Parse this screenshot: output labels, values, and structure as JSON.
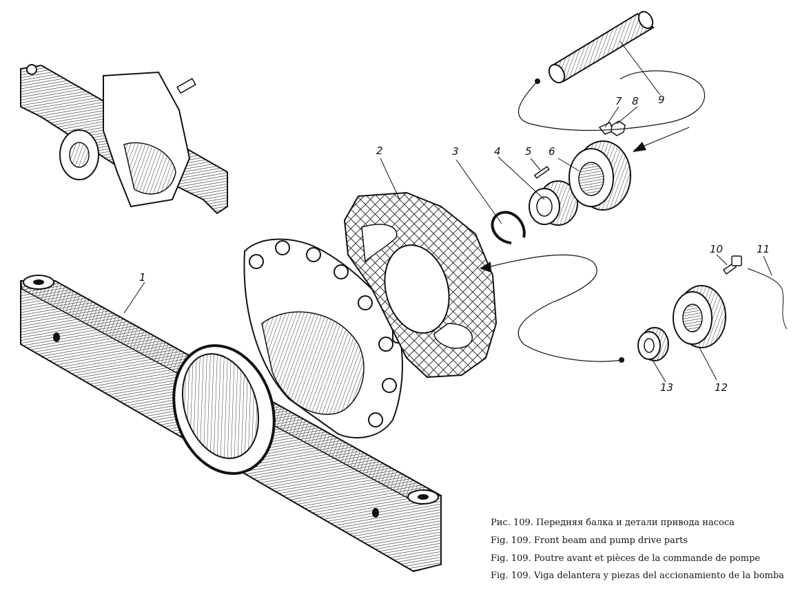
{
  "callouts": [
    "1",
    "2",
    "3",
    "4",
    "5",
    "6",
    "7",
    "8",
    "9",
    "10",
    "11",
    "12",
    "13"
  ],
  "captions": [
    "Рис. 109. Передняя балка и детали привода насоса",
    "Fig. 109. Front beam and pump drive parts",
    "Fig. 109. Poutre avant et pièces de la commande de pompe",
    "Fig. 109. Viga delantera y piezas del accionamiento de la bomba"
  ],
  "colors": {
    "ink": "#111111",
    "paper": "#ffffff"
  }
}
